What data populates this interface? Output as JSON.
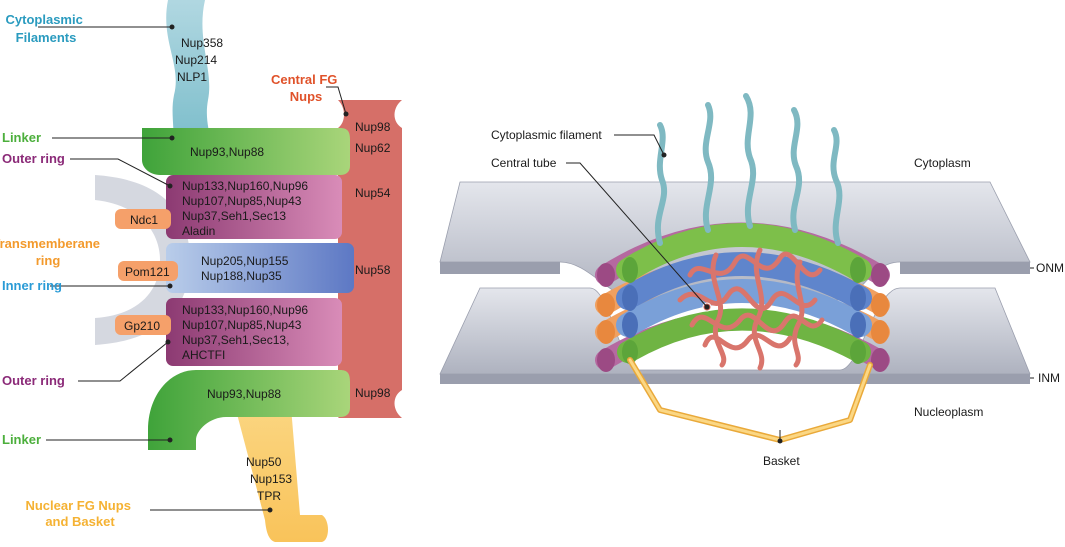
{
  "left": {
    "callouts": {
      "cytoplasmic_filaments": [
        "Cytoplasmic",
        "Filaments"
      ],
      "central_fg_nups": [
        "Central FG",
        "Nups"
      ],
      "linker_top": "Linker",
      "outer_ring_top": "Outer ring",
      "transmembrane_ring": [
        "Transmemberane",
        "ring"
      ],
      "inner_ring": "Inner ring",
      "outer_ring_bottom": "Outer ring",
      "linker_bottom": "Linker",
      "nuclear_fg_basket": [
        "Nuclear FG Nups",
        "and Basket"
      ]
    },
    "filament_nups": [
      "Nup358",
      "Nup214",
      "NLP1"
    ],
    "linker_top_text": "Nup93,Nup88",
    "outer_top_text": [
      "Nup133,Nup160,Nup96",
      "Nup107,Nup85,Nup43",
      "Nup37,Seh1,Sec13",
      "Aladin"
    ],
    "inner_text": [
      "Nup205,Nup155",
      "Nup188,Nup35"
    ],
    "outer_bottom_text": [
      "Nup133,Nup160,Nup96",
      "Nup107,Nup85,Nup43",
      "Nup37,Seh1,Sec13,",
      "AHCTFI"
    ],
    "linker_bottom_text": "Nup93,Nup88",
    "central_column": [
      "Nup98",
      "Nup62",
      "Nup54",
      "Nup58",
      "Nup98"
    ],
    "membrane_tags": [
      "Ndc1",
      "Pom121",
      "Gp210"
    ],
    "basket_nups": [
      "Nup50",
      "Nup153",
      "TPR"
    ]
  },
  "right": {
    "labels": {
      "cytoplasmic_filament": "Cytoplasmic filament",
      "central_tube": "Central tube",
      "cytoplasm": "Cytoplasm",
      "onm": "ONM",
      "inm": "INM",
      "nucleoplasm": "Nucleoplasm",
      "basket": "Basket"
    }
  },
  "colors": {
    "cytoplasmic_filaments": "#2a9bbf",
    "central_fg": "#e0522a",
    "linker": "#4caf3c",
    "outer_ring": "#8b2a78",
    "transmembrane": "#f39a2c",
    "inner_ring": "#2a9bd6",
    "basket": "#f5b233"
  }
}
